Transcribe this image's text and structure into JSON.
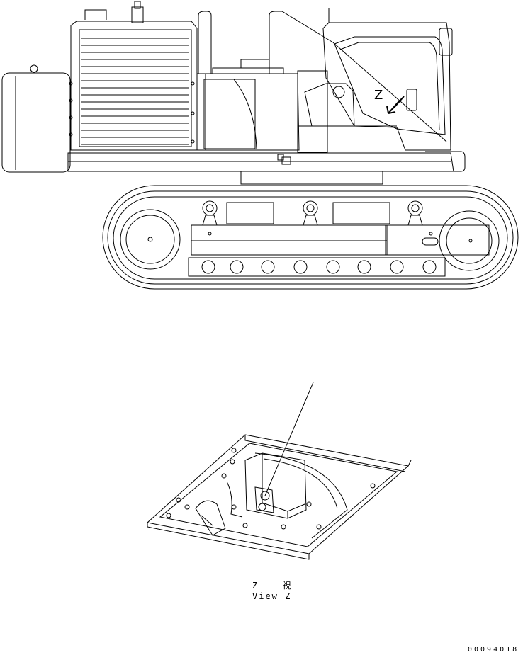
{
  "labels": {
    "arrow_marker": "Z",
    "view_jp": "Z 視",
    "view_en": "View Z",
    "part_number": "00094018"
  }
}
